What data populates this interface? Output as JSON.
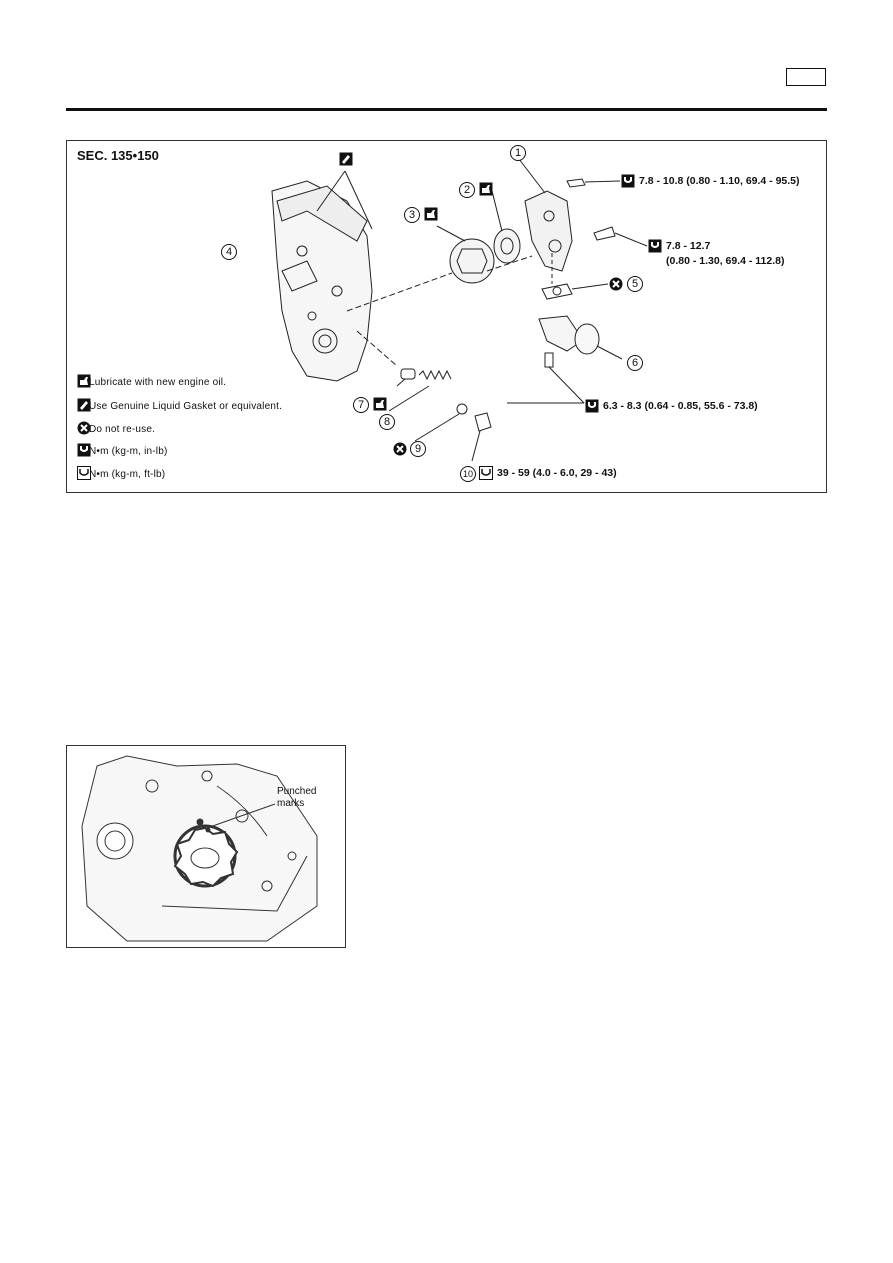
{
  "figure": {
    "section": "SEC. 135•150",
    "callouts": [
      "1",
      "2",
      "3",
      "4",
      "5",
      "6",
      "7",
      "8",
      "9",
      "10"
    ],
    "torque_specs": {
      "oil_pump_upper_bolt": "7.8 - 10.8 (0.80 - 1.10, 69.4 - 95.5)",
      "oil_pump_lower_bolt_line1": "7.8 - 12.7",
      "oil_pump_lower_bolt_line2": "(0.80 - 1.30, 69.4 - 112.8)",
      "strainer_bolt": "6.3 - 8.3 (0.64 - 0.85, 55.6 - 73.8)",
      "relief_valve_plug": "39 - 59 (4.0 - 6.0, 29 - 43)"
    },
    "legend": [
      {
        "icon": "oil-can-icon",
        "text": ": Lubricate with new engine oil."
      },
      {
        "icon": "liquid-gasket-icon",
        "text": ": Use Genuine Liquid Gasket or equivalent."
      },
      {
        "icon": "do-not-reuse-icon",
        "text": ": Do not re-use."
      },
      {
        "icon": "torque-in-lb-icon",
        "text": ": N•m (kg-m, in-lb)"
      },
      {
        "icon": "torque-ft-lb-icon",
        "text": ": N•m (kg-m, ft-lb)"
      }
    ]
  },
  "photo": {
    "label_line1": "Punched",
    "label_line2": "marks"
  }
}
